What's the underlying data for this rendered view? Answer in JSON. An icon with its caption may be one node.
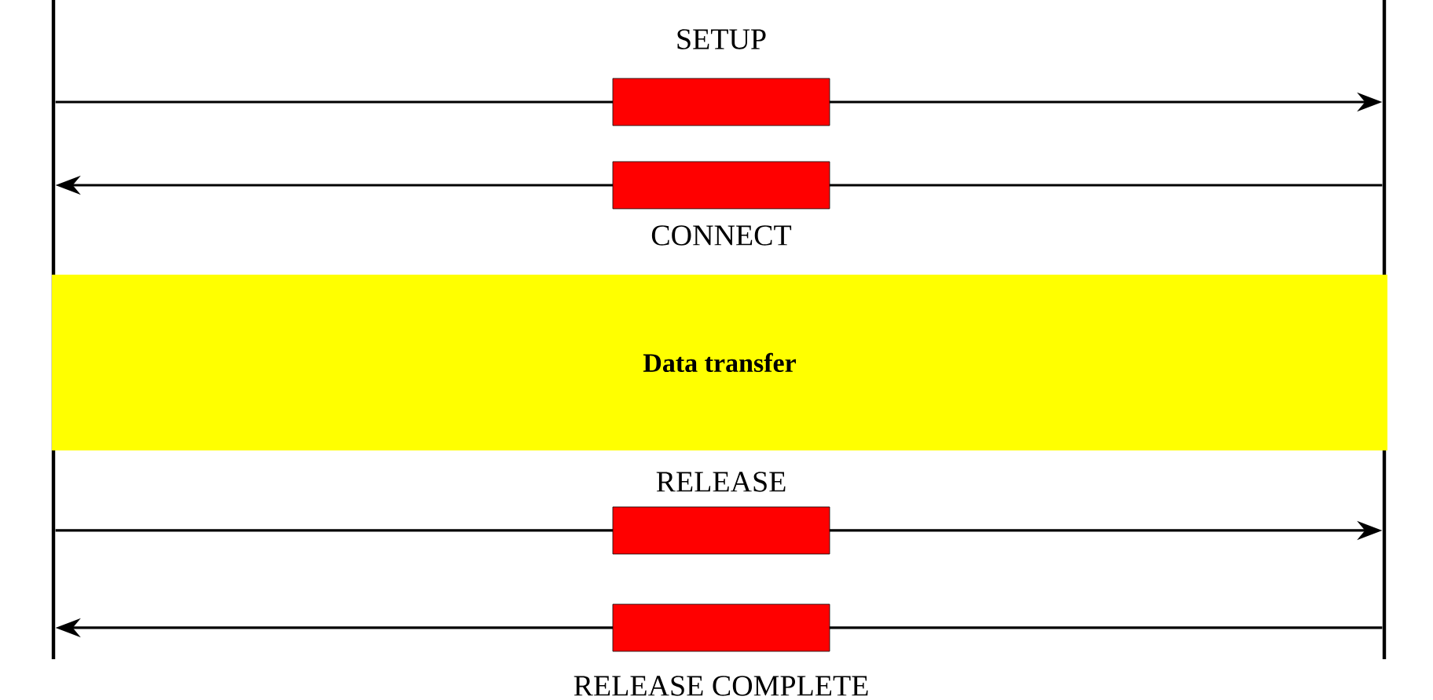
{
  "diagram": {
    "nodes": [
      {
        "text": [],
        "shape": "bar"
      },
      {
        "text": [],
        "shape": "bar"
      },
      {
        "text": [
          "Data transfer"
        ]
      }
    ],
    "edges": [
      {
        "from": 0,
        "to": 1,
        "arrow": "to",
        "label": "SETUP"
      },
      {
        "from": 1,
        "to": 0,
        "arrow": "to",
        "label": "CONNECT"
      },
      {
        "from": 0,
        "to": 1,
        "arrow": "to",
        "label": "RELEASE"
      },
      {
        "from": 1,
        "to": 0,
        "arrow": "to",
        "label": "RELEASE COMPLETE"
      }
    ]
  }
}
